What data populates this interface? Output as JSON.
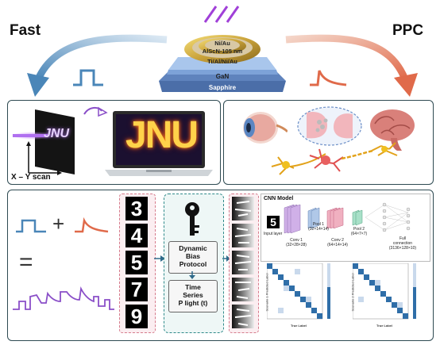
{
  "labels": {
    "fast": "Fast",
    "ppc": "PPC",
    "xy_scan": "X – Y scan",
    "jnu_small": "JNU",
    "jnu_big": "JNU",
    "plus": "+",
    "equals": "="
  },
  "device": {
    "layer_ni_au": "Ni/Au",
    "layer_alscn": "AlScN-105 nm",
    "layer_electrode": "Ti/Al/Ni/Au",
    "layer_gan": "GaN",
    "layer_sapphire": "Sapphire"
  },
  "digits": [
    "3",
    "4",
    "5",
    "7",
    "9"
  ],
  "protocol": {
    "dynamic_bias": "Dynamic\nBias\nProtocol",
    "time_series": "Time\nSeries\nP light (t)"
  },
  "cnn": {
    "title": "CNN Model",
    "input_digit": "5",
    "input_layer": "Input layer",
    "conv1": "Conv 1\n(32×28×28)",
    "pool1": "Pool 1\n(32×14×14)",
    "conv2": "Conv 2\n(64×14×14)",
    "pool2": "Pool 2\n(64×7×7)",
    "full": "Full\nconnection\n(3136×128×10)"
  },
  "confusion": {
    "ylabel_left": "Scenario 1 Predicted Label",
    "ylabel_right": "Scenario 2 Predicted Label",
    "xlabel": "True Label"
  },
  "colors": {
    "fast_blue": "#4a86b8",
    "ppc_orange": "#e06a4a",
    "purple": "#8a4fc8",
    "panel_border": "#2e4a52",
    "dashed_pink": "#d67b8c",
    "dashed_teal": "#2f8a8a"
  }
}
